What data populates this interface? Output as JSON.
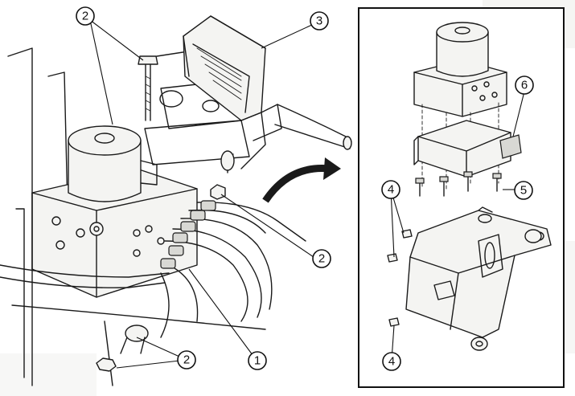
{
  "diagram": {
    "callouts": {
      "c2_top": "2",
      "c3": "3",
      "c2_mid": "2",
      "c1": "1",
      "c2_bottom": "2",
      "c6": "6",
      "c4_top": "4",
      "c5": "5",
      "c4_bottom": "4"
    }
  },
  "colors": {
    "ink": "#1a1a1a",
    "paper": "#ffffff"
  }
}
